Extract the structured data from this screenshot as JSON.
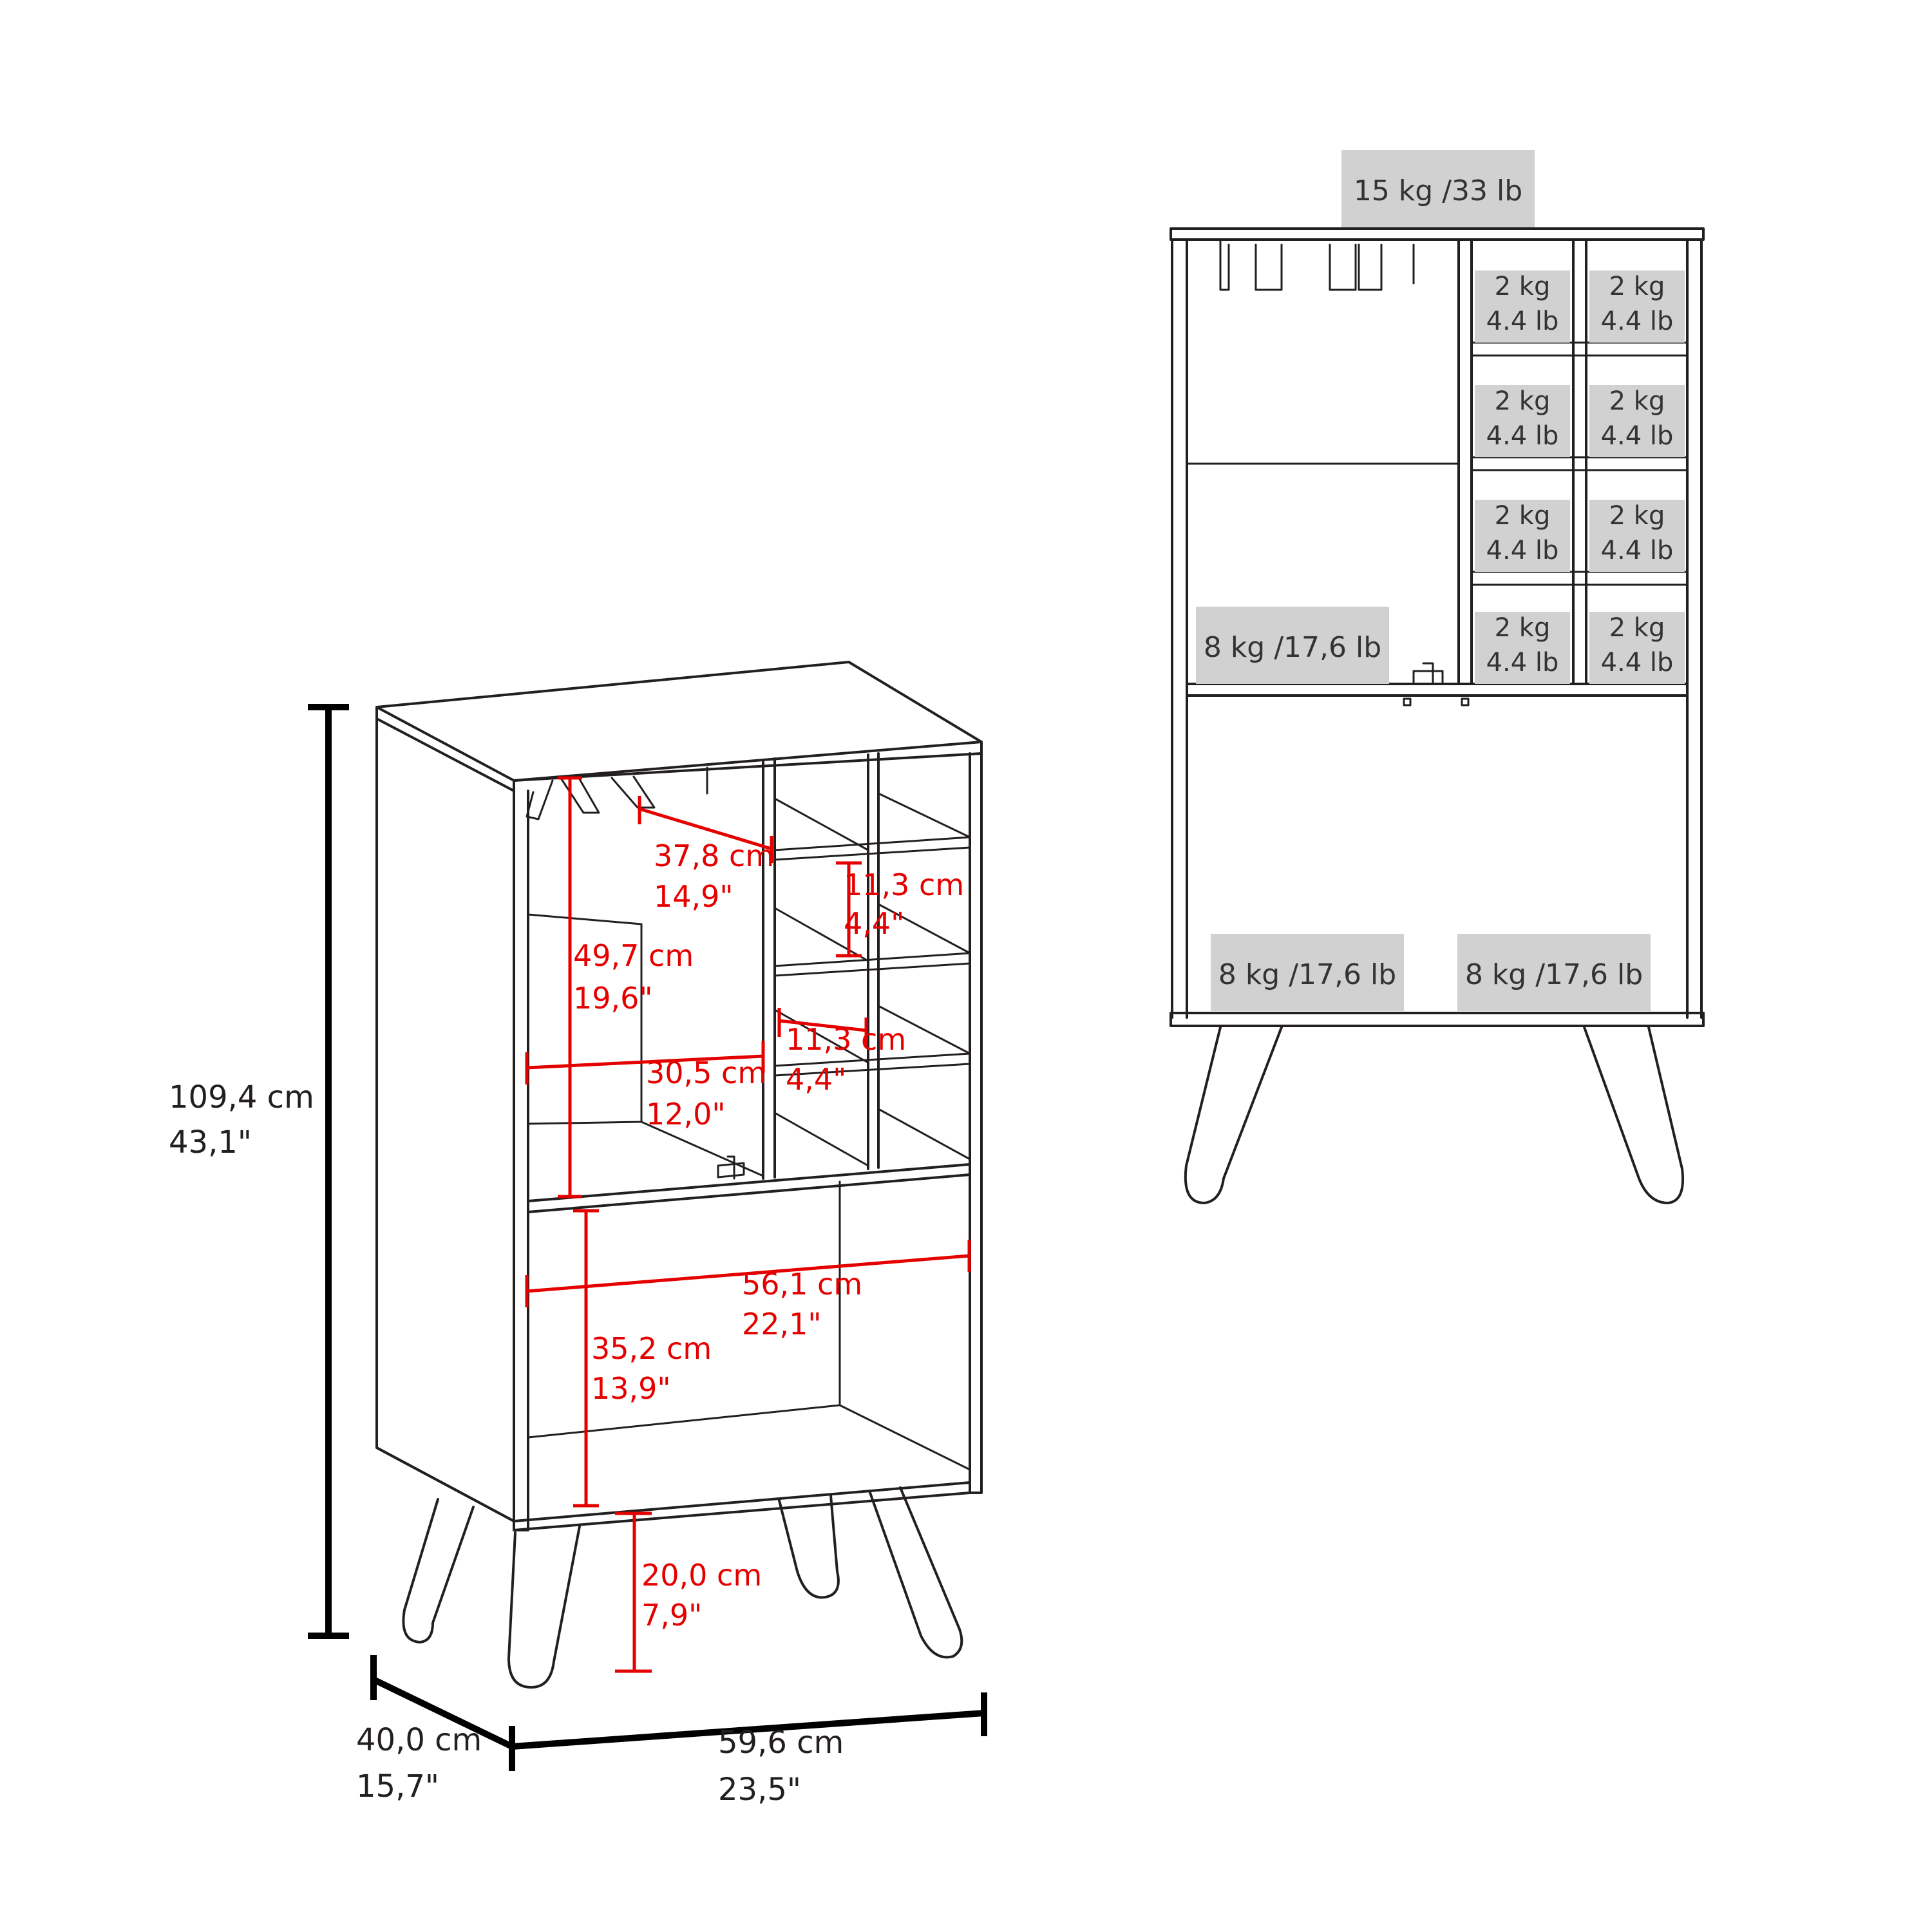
{
  "overall_dimensions": {
    "height": {
      "cm": "109,4 cm",
      "in": "43,1\""
    },
    "depth": {
      "cm": "40,0 cm",
      "in": "15,7\""
    },
    "width": {
      "cm": "59,6 cm",
      "in": "23,5\""
    }
  },
  "interior_dimensions": [
    {
      "id": "glass-rack-depth",
      "cm": "37,8 cm",
      "in": "14,9\""
    },
    {
      "id": "cubby-height-top",
      "cm": "11,3 cm",
      "in": "4,4\""
    },
    {
      "id": "upper-compartment-height",
      "cm": "49,7 cm",
      "in": "19,6\""
    },
    {
      "id": "cubby-width",
      "cm": "11,3 cm",
      "in": "4,4\""
    },
    {
      "id": "upper-compartment-width",
      "cm": "30,5 cm",
      "in": "12,0\""
    },
    {
      "id": "lower-shelf-width",
      "cm": "56,1 cm",
      "in": "22,1\""
    },
    {
      "id": "lower-compartment-height",
      "cm": "35,2 cm",
      "in": "13,9\""
    },
    {
      "id": "leg-height",
      "cm": "20,0 cm",
      "in": "7,9\""
    }
  ],
  "weight_capacities": {
    "top": "15 kg /33 lb",
    "upper_shelf": "8 kg /17,6 lb",
    "bottom_left": "8 kg /17,6 lb",
    "bottom_right": "8 kg /17,6 lb",
    "cubby_kg": "2 kg",
    "cubby_lb": "4.4 lb",
    "cubby_count": 8
  },
  "colors": {
    "line": "#231f20",
    "dimension": "#e50000",
    "label_box": "#d1d1d1"
  }
}
